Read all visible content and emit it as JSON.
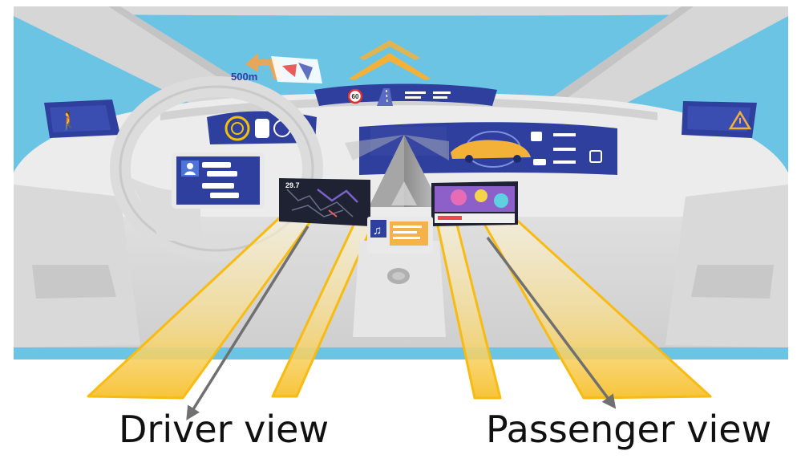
{
  "hud": {
    "distance": "500m"
  },
  "cluster": {
    "speed_limit": "60"
  },
  "center_display": {
    "speed_readout": "29.7"
  },
  "captions": {
    "driver_view": "Driver view",
    "passenger_view": "Passenger view"
  },
  "icons": {
    "left_mirror": "pedestrian-icon",
    "right_mirror": "warning-triangle-icon",
    "center_screen": "music-note-icon"
  },
  "colors": {
    "sky": "#6cc4e4",
    "dash": "#e6e6e6",
    "panel": "#2e3f9e",
    "beam": "#f7bb11",
    "arrow": "#777777",
    "chevron": "#f3b13a"
  }
}
